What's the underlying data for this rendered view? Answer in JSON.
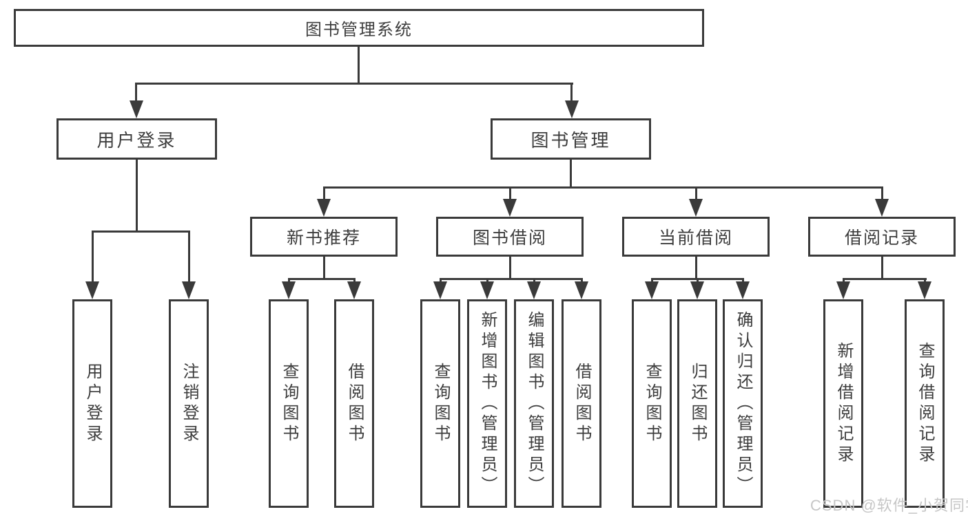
{
  "diagram": {
    "root": {
      "label": "图书管理系统"
    },
    "branches": [
      {
        "label": "用户登录",
        "children": [
          {
            "label": "用户登录"
          },
          {
            "label": "注销登录"
          }
        ]
      },
      {
        "label": "图书管理",
        "children": [
          {
            "label": "新书推荐",
            "children": [
              {
                "label": "查询图书"
              },
              {
                "label": "借阅图书"
              }
            ]
          },
          {
            "label": "图书借阅",
            "children": [
              {
                "label": "查询图书"
              },
              {
                "label": "新增图书（管理员）"
              },
              {
                "label": "编辑图书（管理员）"
              },
              {
                "label": "借阅图书"
              }
            ]
          },
          {
            "label": "当前借阅",
            "children": [
              {
                "label": "查询图书"
              },
              {
                "label": "归还图书"
              },
              {
                "label": "确认归还（管理员）"
              }
            ]
          },
          {
            "label": "借阅记录",
            "children": [
              {
                "label": "新增借阅记录"
              },
              {
                "label": "查询借阅记录"
              }
            ]
          }
        ]
      }
    ]
  },
  "watermark": {
    "text": "CSDN @软件_小贺同学"
  },
  "colors": {
    "line": "#3a3a3a",
    "text": "#3d3d3d",
    "watermark": "#c6c6c6",
    "background": "#ffffff"
  }
}
